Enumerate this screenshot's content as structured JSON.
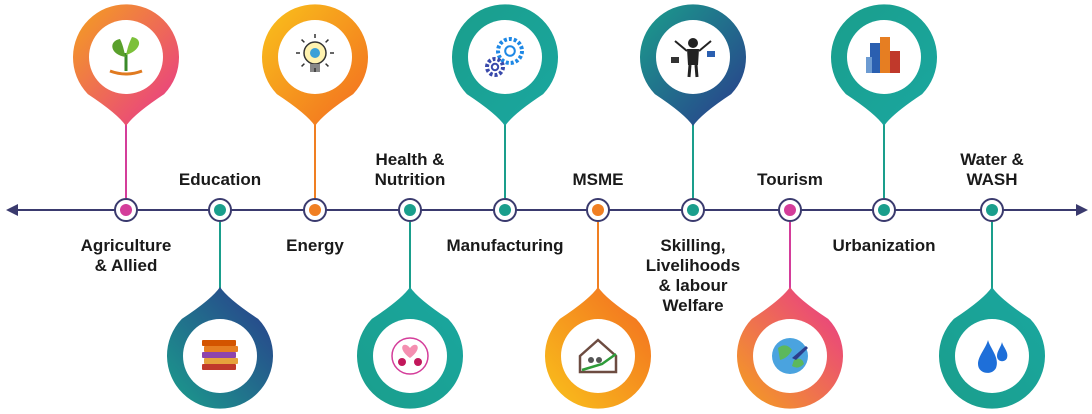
{
  "sectors": [
    {
      "label": "Agriculture\n& Allied",
      "icon": "plant-sprout-icon",
      "color": "#d43d9a",
      "grad": [
        "#f4a11d",
        "#e8358e"
      ],
      "pin": "up",
      "label_pos": "below"
    },
    {
      "label": "Education",
      "icon": "books-stack-icon",
      "color": "#1a9e8c",
      "grad": [
        "#1a9e8c",
        "#2a3a8c"
      ],
      "pin": "down",
      "label_pos": "above"
    },
    {
      "label": "Energy",
      "icon": "light-bulb-icon",
      "color": "#f07f22",
      "grad": [
        "#f9c21b",
        "#f26a21"
      ],
      "pin": "up",
      "label_pos": "below"
    },
    {
      "label": "Health &\nNutrition",
      "icon": "family-health-icon",
      "color": "#1a9e8c",
      "grad": [
        "#1a9e8c",
        "#1aa7a0"
      ],
      "pin": "down",
      "label_pos": "above"
    },
    {
      "label": "Manufacturing",
      "icon": "gears-icon",
      "color": "#1a9e8c",
      "grad": [
        "#1a9e8c",
        "#1aa7a0"
      ],
      "pin": "up",
      "label_pos": "below"
    },
    {
      "label": "MSME",
      "icon": "house-growth-icon",
      "color": "#f07f22",
      "grad": [
        "#f9c21b",
        "#f26a21"
      ],
      "pin": "down",
      "label_pos": "above"
    },
    {
      "label": "Skilling,\nLivelihoods\n& labour\nWelfare",
      "icon": "multitasking-worker-icon",
      "color": "#1a9e8c",
      "grad": [
        "#1a9e8c",
        "#2a3a8c"
      ],
      "pin": "up",
      "label_pos": "below"
    },
    {
      "label": "Tourism",
      "icon": "globe-plane-icon",
      "color": "#d43d9a",
      "grad": [
        "#f4a11d",
        "#e8358e"
      ],
      "pin": "down",
      "label_pos": "above"
    },
    {
      "label": "Urbanization",
      "icon": "city-buildings-icon",
      "color": "#1a9e8c",
      "grad": [
        "#1a9e8c",
        "#1aa7a0"
      ],
      "pin": "up",
      "label_pos": "below"
    },
    {
      "label": "Water &\nWASH",
      "icon": "water-drops-icon",
      "color": "#1a9e8c",
      "grad": [
        "#1a9e8c",
        "#1aa7a0"
      ],
      "pin": "down",
      "label_pos": "above"
    }
  ],
  "axis_color": "#3a3a6e"
}
